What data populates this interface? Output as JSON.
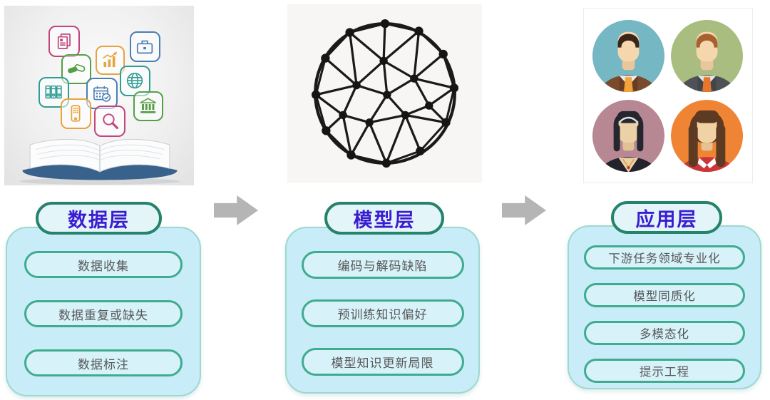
{
  "diagram": {
    "columns": [
      {
        "id": "data-layer",
        "title": "数据层",
        "items": [
          "数据收集",
          "数据重复或缺失",
          "数据标注"
        ],
        "illustration": "open-book-with-floating-business-icons",
        "illustration_icons": [
          "document-icon",
          "handshake-icon",
          "bar-chart-icon",
          "briefcase-icon",
          "globe-icon",
          "binders-icon",
          "calendar-check-icon",
          "bank-icon",
          "mobile-phone-icon",
          "magnifier-icon"
        ]
      },
      {
        "id": "model-layer",
        "title": "模型层",
        "items": [
          "编码与解码缺陷",
          "预训练知识偏好",
          "模型知识更新局限"
        ],
        "illustration": "network-sphere-graph"
      },
      {
        "id": "application-layer",
        "title": "应用层",
        "items": [
          "下游任务领域专业化",
          "模型同质化",
          "多模态化",
          "提示工程"
        ],
        "illustration": "four-user-avatars"
      }
    ],
    "arrows": [
      {
        "from": "data-layer",
        "to": "model-layer",
        "direction": "right"
      },
      {
        "from": "model-layer",
        "to": "application-layer",
        "direction": "right"
      }
    ]
  },
  "colors": {
    "header_text": "#3a1cd1",
    "header_pill_fill": "#e4f5f9",
    "header_pill_border": "#25836a",
    "panel_fill": "#c8ecf8",
    "panel_border": "#9ed9cd",
    "item_pill_fill": "#d7f2f9",
    "item_pill_border": "#3fab8f",
    "item_text": "#575757",
    "arrow_gray": "#b5b5b5",
    "avatar_backgrounds": [
      "#76b7c4",
      "#a9bd80",
      "#b78894",
      "#ef8534"
    ],
    "icon_pink": "#c2457c",
    "icon_green": "#55a046",
    "icon_orange": "#e8a33d",
    "icon_blue": "#4a7fb5",
    "icon_teal": "#2f9e96"
  }
}
